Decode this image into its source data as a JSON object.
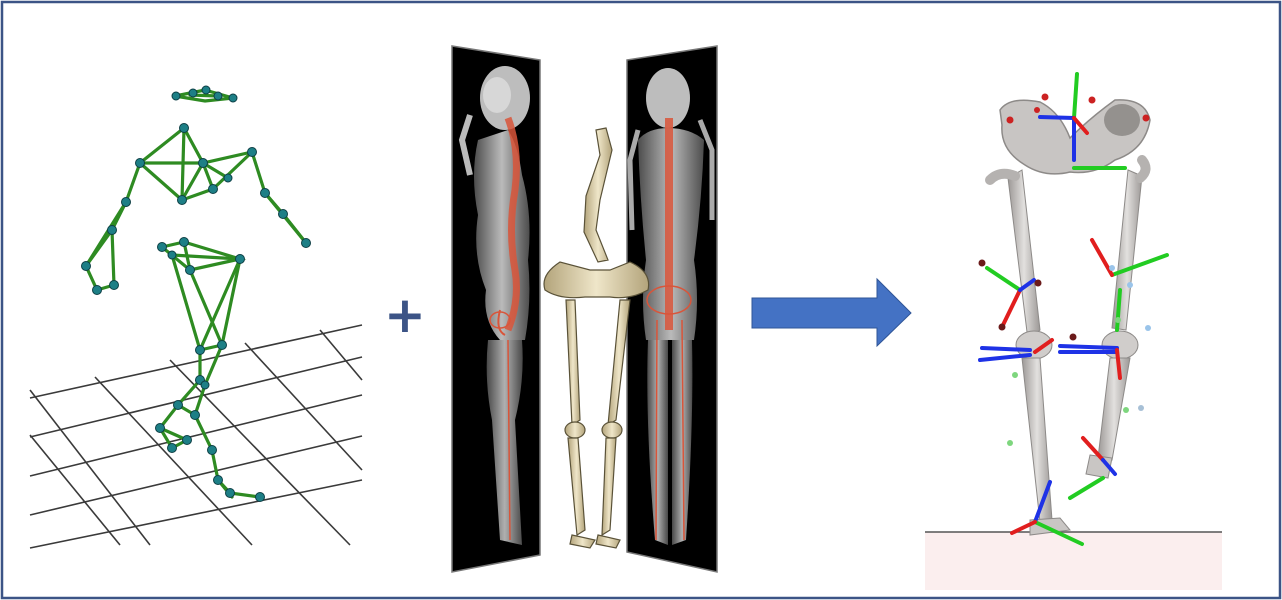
{
  "figure": {
    "operator_plus": "+",
    "colors": {
      "frame": "#3c5486",
      "marker_link": "#2e8b22",
      "marker_node": "#1d7f86",
      "floor_grid": "#3a3a3a",
      "arrow": "#4472c4",
      "xray_bg": "#000000",
      "spine_overlay": "#d9553a",
      "skeleton_bone": "#d8cca6",
      "model_bone": "#c9c6c4",
      "axis_x": "#e11e1e",
      "axis_y": "#22cc22",
      "axis_z": "#1e32e6",
      "ground": "#fbeeee"
    },
    "panels": [
      {
        "name": "motion-capture-markers",
        "icon": "stick-figure-icon"
      },
      {
        "name": "eos-biplanar-xray",
        "icon": "xray-icon"
      },
      {
        "name": "musculoskeletal-model",
        "icon": "skeleton-icon"
      }
    ]
  }
}
